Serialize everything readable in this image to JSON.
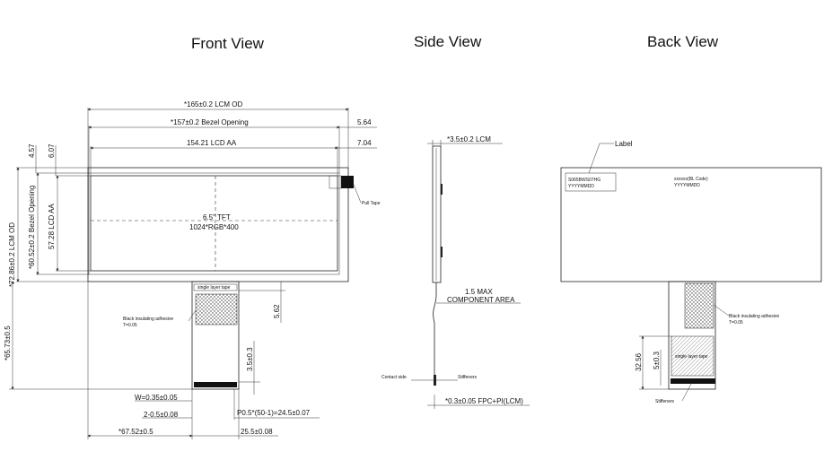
{
  "titles": {
    "front": "Front View",
    "side": "Side View",
    "back": "Back View"
  },
  "front": {
    "lcm_od_w": "*165±0.2 LCM OD",
    "bezel_opening_w": "*157±0.2 Bezel Opening",
    "lcd_aa_w": "154.21 LCD AA",
    "dim_5_64": "5.64",
    "dim_7_04": "7.04",
    "dim_4_57": "4.57",
    "dim_6_07": "6.07",
    "lcm_od_h": "*72.86±0.2 LCM OD",
    "bezel_opening_h": "*60.52±0.2 Bezel Opening",
    "lcd_aa_h": "57.28 LCD AA",
    "tft_label": "6.5\" TFT",
    "resolution": "1024*RGB*400",
    "pull_tape": "Pull Tape",
    "single_layer_tape": "single layer tape",
    "black_insulating": "Black insulating adhesive",
    "t_005": "T=0.05",
    "dim_5_62": "5.62",
    "dim_3_5": "3.5±0.3",
    "total_height": "*65.73±0.5",
    "pin_width": "W=0.35±0.05",
    "hole": "2-0.5±0.08",
    "pitch": "P0.5*(50-1)=24.5±0.07",
    "fpc_offset": "*67.52±0.5",
    "fpc_width": "25.5±0.08"
  },
  "side": {
    "thickness": "*3.5±0.2 LCM",
    "max_component": "1.5 MAX",
    "component_area": "COMPONENT AREA",
    "contact_side": "Contact side",
    "stiffeners": "Stiffeners",
    "fpc_thickness": "*0.3±0.05 FPC+PI(LCM)"
  },
  "back": {
    "label": "Label",
    "model": "S065BWS07HG",
    "date1": "YYYYMMDD",
    "bl_code": "xxxxxx(BL Code)",
    "date2": "YYYYMMDD",
    "black_insulating": "Black insulating adhesive",
    "t_005": "T=0.05",
    "dim_32_56": "32.56",
    "dim_5": "5±0.3",
    "single_layer_tape": "single layer tape",
    "stiffeners": "Stiffeners"
  }
}
